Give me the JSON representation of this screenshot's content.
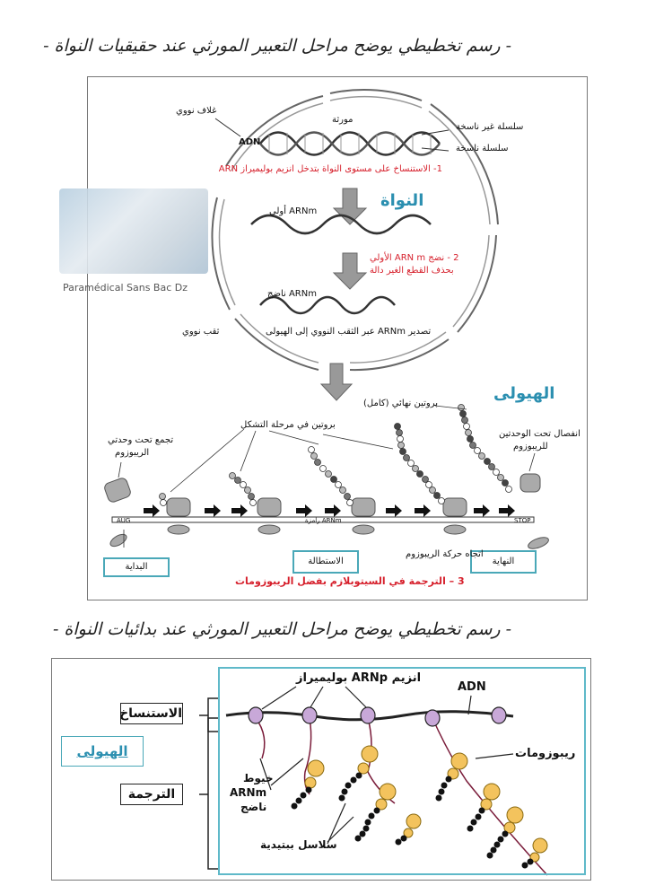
{
  "titles": {
    "eukaryote": "- رسم تخطيطي يوضح مراحل التعبير المورثي عند حقيقيات النواة -",
    "prokaryote": "- رسم تخطيطي يوضح مراحل التعبير المورثي عند بدائيات النواة -"
  },
  "eukaryote": {
    "nuclear_envelope": "غلاف نووي",
    "gene": "مورثة",
    "dna": "ADN",
    "non_template_strand": "سلسلة غير ناسخة",
    "template_strand": "سلسلة ناسخة",
    "step1": "1- الاستنساخ على مستوى النواة بتدخل انزيم بوليميراز ARN",
    "nucleus": "النواة",
    "pre_mrna": "ARNm أولي",
    "step2_line1": "2 - نضج ARN m الأولي",
    "step2_line2": "بحذف القطع الغير دالة",
    "mature_mrna": "ARNm ناضج",
    "export": "تصدير ARNm عبر الثقب النووي إلى الهيولى",
    "nuclear_pore": "ثقب نووي",
    "cytoplasm": "الهيولى",
    "final_protein": "بروتين نهائي (كامل)",
    "forming_protein": "بروتين في مرحلة التشكل",
    "subunit_assembly_1": "تجمع تحت وحدتي",
    "subunit_assembly_2": "الريبوزوم",
    "subunit_separation_1": "انفصال تحت الوحدتين",
    "subunit_separation_2": "للريبوزوم",
    "aug": "AUG",
    "stop": "STOP",
    "mrna_strand": "ARNm رامزة",
    "initiation": "البداية",
    "elongation": "الاستطالة",
    "termination": "النهاية",
    "ribosome_direction": "اتجاه حركة الريبوزوم",
    "step3": "3 – الترجمة في السيتوبلازم بفضل الريبوزومات"
  },
  "watermark": "Paramédical Sans Bac Dz",
  "prokaryote": {
    "transcription": "الاستنساخ",
    "translation": "الترجمة",
    "cytoplasm": "الهيولى",
    "rna_polymerase": "انزيم ARNp بوليميراز",
    "dna": "ADN",
    "ribosomes": "ريبوزومات",
    "mrna_1": "خيوط",
    "mrna_2": "ARNm",
    "mrna_3": "ناضج",
    "peptide_chains": "سلاسل ببتيدية"
  },
  "colors": {
    "red": "#d61f2b",
    "blue": "#2b8fb0",
    "box": "#4aa8b8",
    "ribosome": "#f3c35d",
    "mrna": "#7a1c3a",
    "polymerase": "#c8a8d8"
  }
}
